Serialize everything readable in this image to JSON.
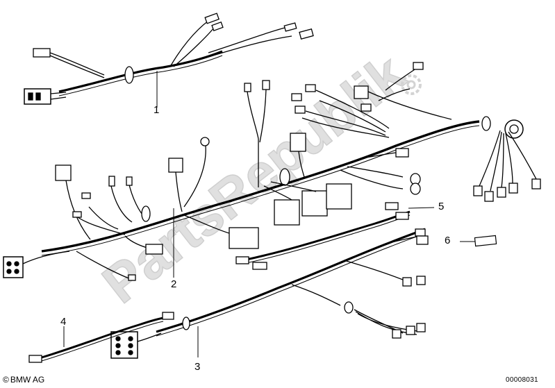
{
  "diagram": {
    "callouts": [
      {
        "id": "1",
        "label": "1"
      },
      {
        "id": "2",
        "label": "2"
      },
      {
        "id": "3",
        "label": "3"
      },
      {
        "id": "4",
        "label": "4"
      },
      {
        "id": "5",
        "label": "5"
      },
      {
        "id": "6",
        "label": "6"
      }
    ],
    "footer": {
      "copyright_symbol": "©",
      "copyright_text": "BMW AG",
      "part_number": "00008031"
    },
    "watermark": {
      "text": "PartsRepublik",
      "icon": "gear-icon"
    },
    "colors": {
      "line": "#000000",
      "watermark": "#c8c8c8",
      "background": "#ffffff"
    }
  }
}
